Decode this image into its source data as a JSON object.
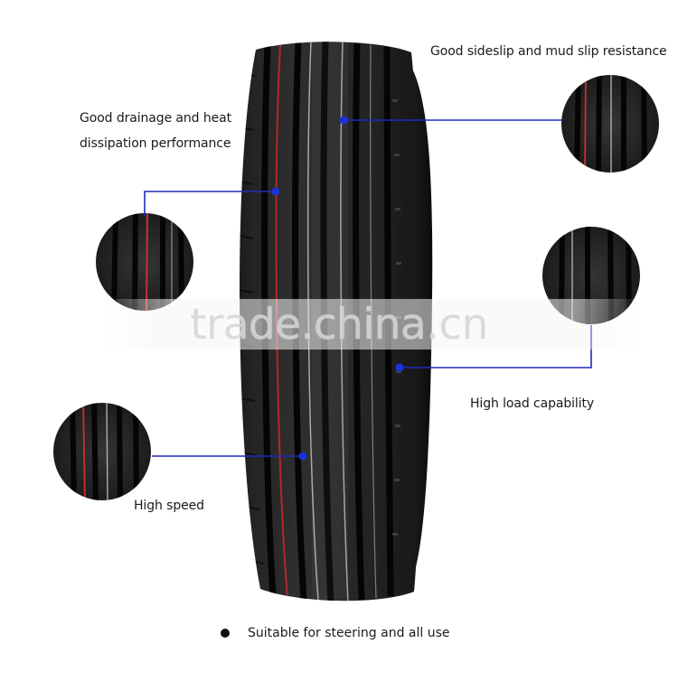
{
  "features": {
    "drainage": "Good drainage and heat dissipation performance",
    "sideslip": "Good sideslip and mud slip resistance",
    "load": "High load capability",
    "speed": "High speed"
  },
  "footer": {
    "note": "Suitable for steering and all use"
  },
  "watermark": {
    "text": "trade.china.cn"
  },
  "colors": {
    "callout_line": "#1f2bbd",
    "callout_dot": "#1e31d8",
    "tire_rubber": "#171717",
    "tread_accent_red": "#b3282a",
    "tread_accent_white": "#d5d5d5"
  },
  "icons": {
    "tire": "tire-tread-photo",
    "zoom_circle": "zoom-detail-circle",
    "bullet": "filled-dot"
  }
}
